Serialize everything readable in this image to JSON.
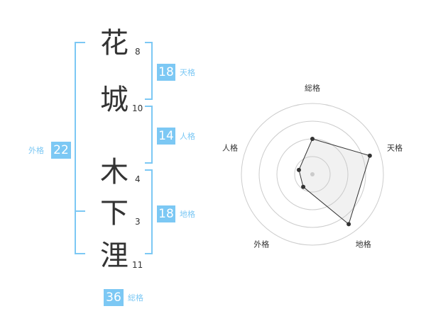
{
  "name_chars": [
    {
      "char": "花",
      "strokes": "8"
    },
    {
      "char": "城",
      "strokes": "10"
    },
    {
      "char": "木",
      "strokes": "4"
    },
    {
      "char": "下",
      "strokes": "3"
    },
    {
      "char": "浬",
      "strokes": "11"
    }
  ],
  "fortune": {
    "tenkaku": {
      "value": "18",
      "label": "天格"
    },
    "jinkaku": {
      "value": "14",
      "label": "人格"
    },
    "chikaku": {
      "value": "18",
      "label": "地格"
    },
    "gaikaku": {
      "value": "22",
      "label": "外格"
    },
    "soukaku": {
      "value": "36",
      "label": "総格"
    }
  },
  "colors": {
    "accent": "#7cc8f4",
    "text": "#333333",
    "ring": "#cccccc"
  },
  "chart_data": {
    "type": "radar",
    "axes": [
      "総格",
      "天格",
      "地格",
      "外格",
      "人格"
    ],
    "values": [
      0.5,
      0.85,
      0.87,
      0.22,
      0.2
    ],
    "range": [
      0,
      1
    ],
    "rings": 4
  }
}
